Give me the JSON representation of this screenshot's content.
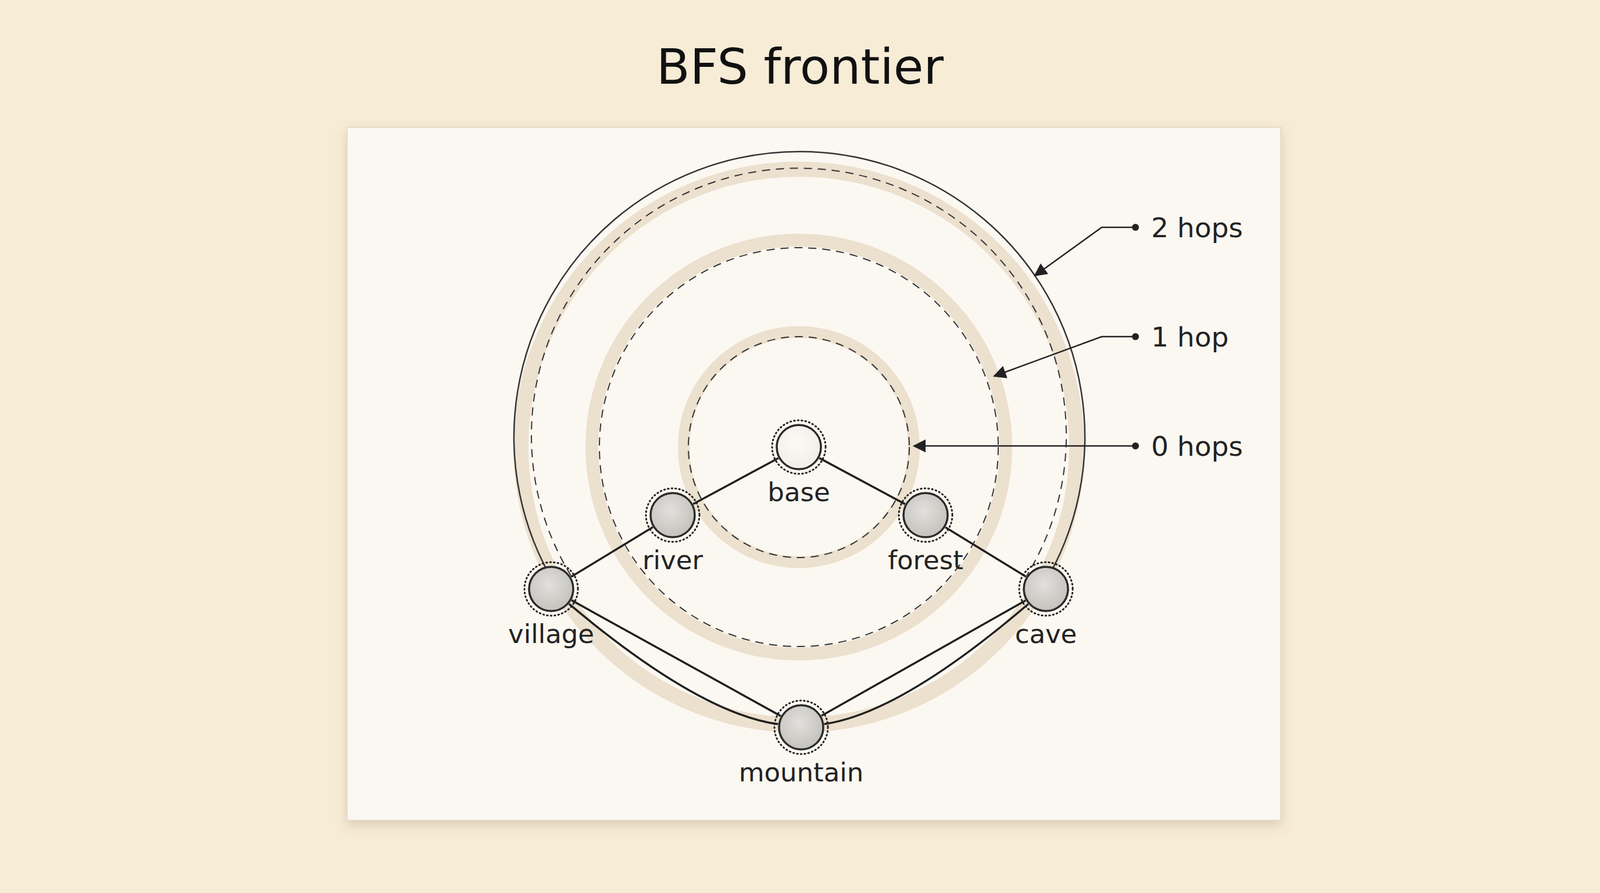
{
  "diagram": {
    "title": "BFS frontier",
    "nodes": [
      {
        "text": [
          "base"
        ]
      },
      {
        "text": [
          "river"
        ]
      },
      {
        "text": [
          "forest"
        ]
      },
      {
        "text": [
          "village"
        ]
      },
      {
        "text": [
          "cave"
        ]
      },
      {
        "text": [
          "mountain"
        ]
      }
    ],
    "edges": [
      {
        "from": 0,
        "to": 1,
        "arrow": "none"
      },
      {
        "from": 0,
        "to": 2,
        "arrow": "none"
      },
      {
        "from": 1,
        "to": 3,
        "arrow": "none"
      },
      {
        "from": 2,
        "to": 4,
        "arrow": "none"
      },
      {
        "from": 3,
        "to": 5,
        "arrow": "none"
      },
      {
        "from": 3,
        "to": 5,
        "arrow": "none"
      },
      {
        "from": 4,
        "to": 5,
        "arrow": "none"
      },
      {
        "from": 4,
        "to": 5,
        "arrow": "none"
      }
    ],
    "labels": [
      "2 hops",
      "1 hop",
      "0 hops"
    ]
  }
}
